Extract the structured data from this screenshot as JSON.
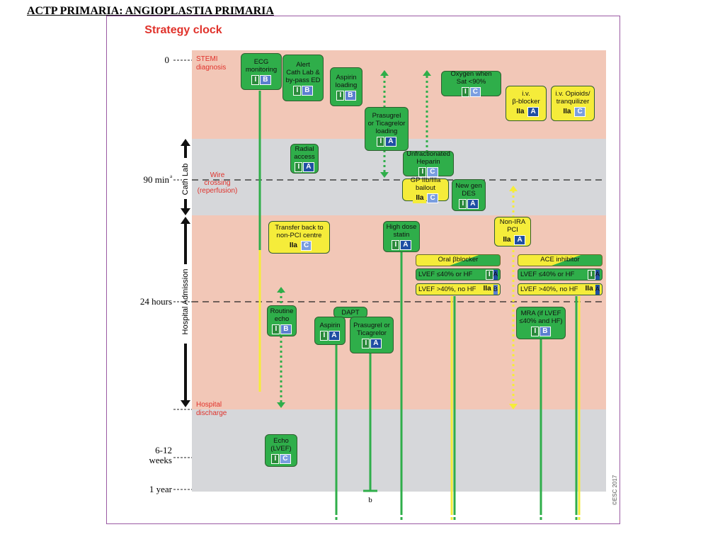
{
  "slide_title": "ACTP PRIMARIA: ANGIOPLASTIA PRIMARIA",
  "figure": {
    "title": "Strategy clock",
    "copyright": "©ESC 2017",
    "colors": {
      "band_pink": "#f2c7b7",
      "band_gray": "#d6d7da",
      "green": "#2fae4a",
      "yellow": "#f5ec3a",
      "red_text": "#e0322b",
      "level_A": "#1f4ea3",
      "level_B": "#5b7fcf",
      "level_C": "#7a9ee0"
    },
    "time_labels": {
      "t0": "0",
      "t90": "90 min",
      "t90_sup": "a",
      "t24": "24 hours",
      "t6_12_line1": "6-12",
      "t6_12_line2": "weeks",
      "t1y": "1 year"
    },
    "phase_labels": {
      "cath_lab": "Cath Lab",
      "hospital_admission": "Hospital Admission"
    },
    "event_labels": {
      "stemi_line1": "STEMI",
      "stemi_line2": "diagnosis",
      "wire_line1": "Wire",
      "wire_line2": "crossing",
      "wire_line3": "(reperfusion)",
      "discharge_line1": "Hospital",
      "discharge_line2": "discharge"
    },
    "boxes": {
      "ecg": {
        "lines": [
          "ECG",
          "monitoring"
        ],
        "cls": "I",
        "level": "B"
      },
      "alert": {
        "lines": [
          "Alert",
          "Cath Lab &",
          "by-pass ED"
        ],
        "cls": "I",
        "level": "B"
      },
      "aspirin_loading": {
        "lines": [
          "Aspirin",
          "loading"
        ],
        "cls": "I",
        "level": "B"
      },
      "prasugrel_loading": {
        "lines": [
          "Prasugrel",
          "or Ticagrelor",
          "loading"
        ],
        "cls": "I",
        "level": "A"
      },
      "oxygen": {
        "lines": [
          "Oxygen when",
          "Sat <90%"
        ],
        "cls": "I",
        "level": "C"
      },
      "iv_beta": {
        "lines": [
          "i.v.",
          "β-blocker"
        ],
        "cls": "IIa",
        "level": "A"
      },
      "iv_opioids": {
        "lines": [
          "i.v. Opioids/",
          "tranquilizer"
        ],
        "cls": "IIa",
        "level": "C"
      },
      "radial": {
        "lines": [
          "Radial",
          "access"
        ],
        "cls": "I",
        "level": "A"
      },
      "ufh": {
        "lines": [
          "Unfractionated",
          "Heparin"
        ],
        "cls": "I",
        "level": "C"
      },
      "gp": {
        "lines": [
          "GP IIb/IIIa",
          "bailout"
        ],
        "cls": "IIa",
        "level": "C"
      },
      "des": {
        "lines": [
          "New gen",
          "DES"
        ],
        "cls": "I",
        "level": "A"
      },
      "transfer": {
        "lines": [
          "Transfer back to",
          "non-PCI centre"
        ],
        "cls": "IIa",
        "level": "C"
      },
      "statin": {
        "lines": [
          "High dose",
          "statin"
        ],
        "cls": "I",
        "level": "A"
      },
      "nonira": {
        "lines": [
          "Non-IRA",
          "PCI"
        ],
        "cls": "IIa",
        "level": "A"
      },
      "echo": {
        "lines": [
          "Routine",
          "echo"
        ],
        "cls": "I",
        "level": "B"
      },
      "aspirin_dapt": {
        "lines": [
          "Aspirin"
        ],
        "cls": "I",
        "level": "A"
      },
      "prasugrel_dapt": {
        "lines": [
          "Prasugrel or",
          "Ticagrelor"
        ],
        "cls": "I",
        "level": "A"
      },
      "mra": {
        "lines": [
          "MRA (if LVEF",
          "≤40% and HF)"
        ],
        "cls": "I",
        "level": "B"
      },
      "echo_lvef": {
        "lines": [
          "Echo",
          "(LVEF)"
        ],
        "cls": "I",
        "level": "C"
      }
    },
    "dapt_label": "DAPT",
    "oral_beta": {
      "header": "Oral βblocker",
      "row1": {
        "text": "LVEF ≤40% or HF",
        "cls": "I",
        "level": "A"
      },
      "row2": {
        "text": "LVEF >40%, no HF",
        "cls": "IIa",
        "level": "B"
      }
    },
    "ace": {
      "header": "ACE inhibitor",
      "row1": {
        "text": "LVEF ≤40% or HF",
        "cls": "I",
        "level": "A"
      },
      "row2": {
        "text": "LVEF >40%, no HF",
        "cls": "IIa",
        "level": "A"
      }
    },
    "footnote_b": "b"
  }
}
